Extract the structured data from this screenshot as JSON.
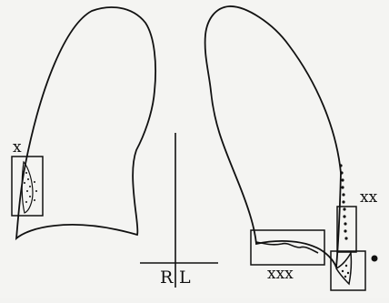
{
  "labels": {
    "single_x": "x",
    "double_x": "xx",
    "triple_x": "xxx",
    "right": "R",
    "left": "L"
  },
  "colors": {
    "background": "#f4f4f2",
    "ink": "#111111"
  }
}
